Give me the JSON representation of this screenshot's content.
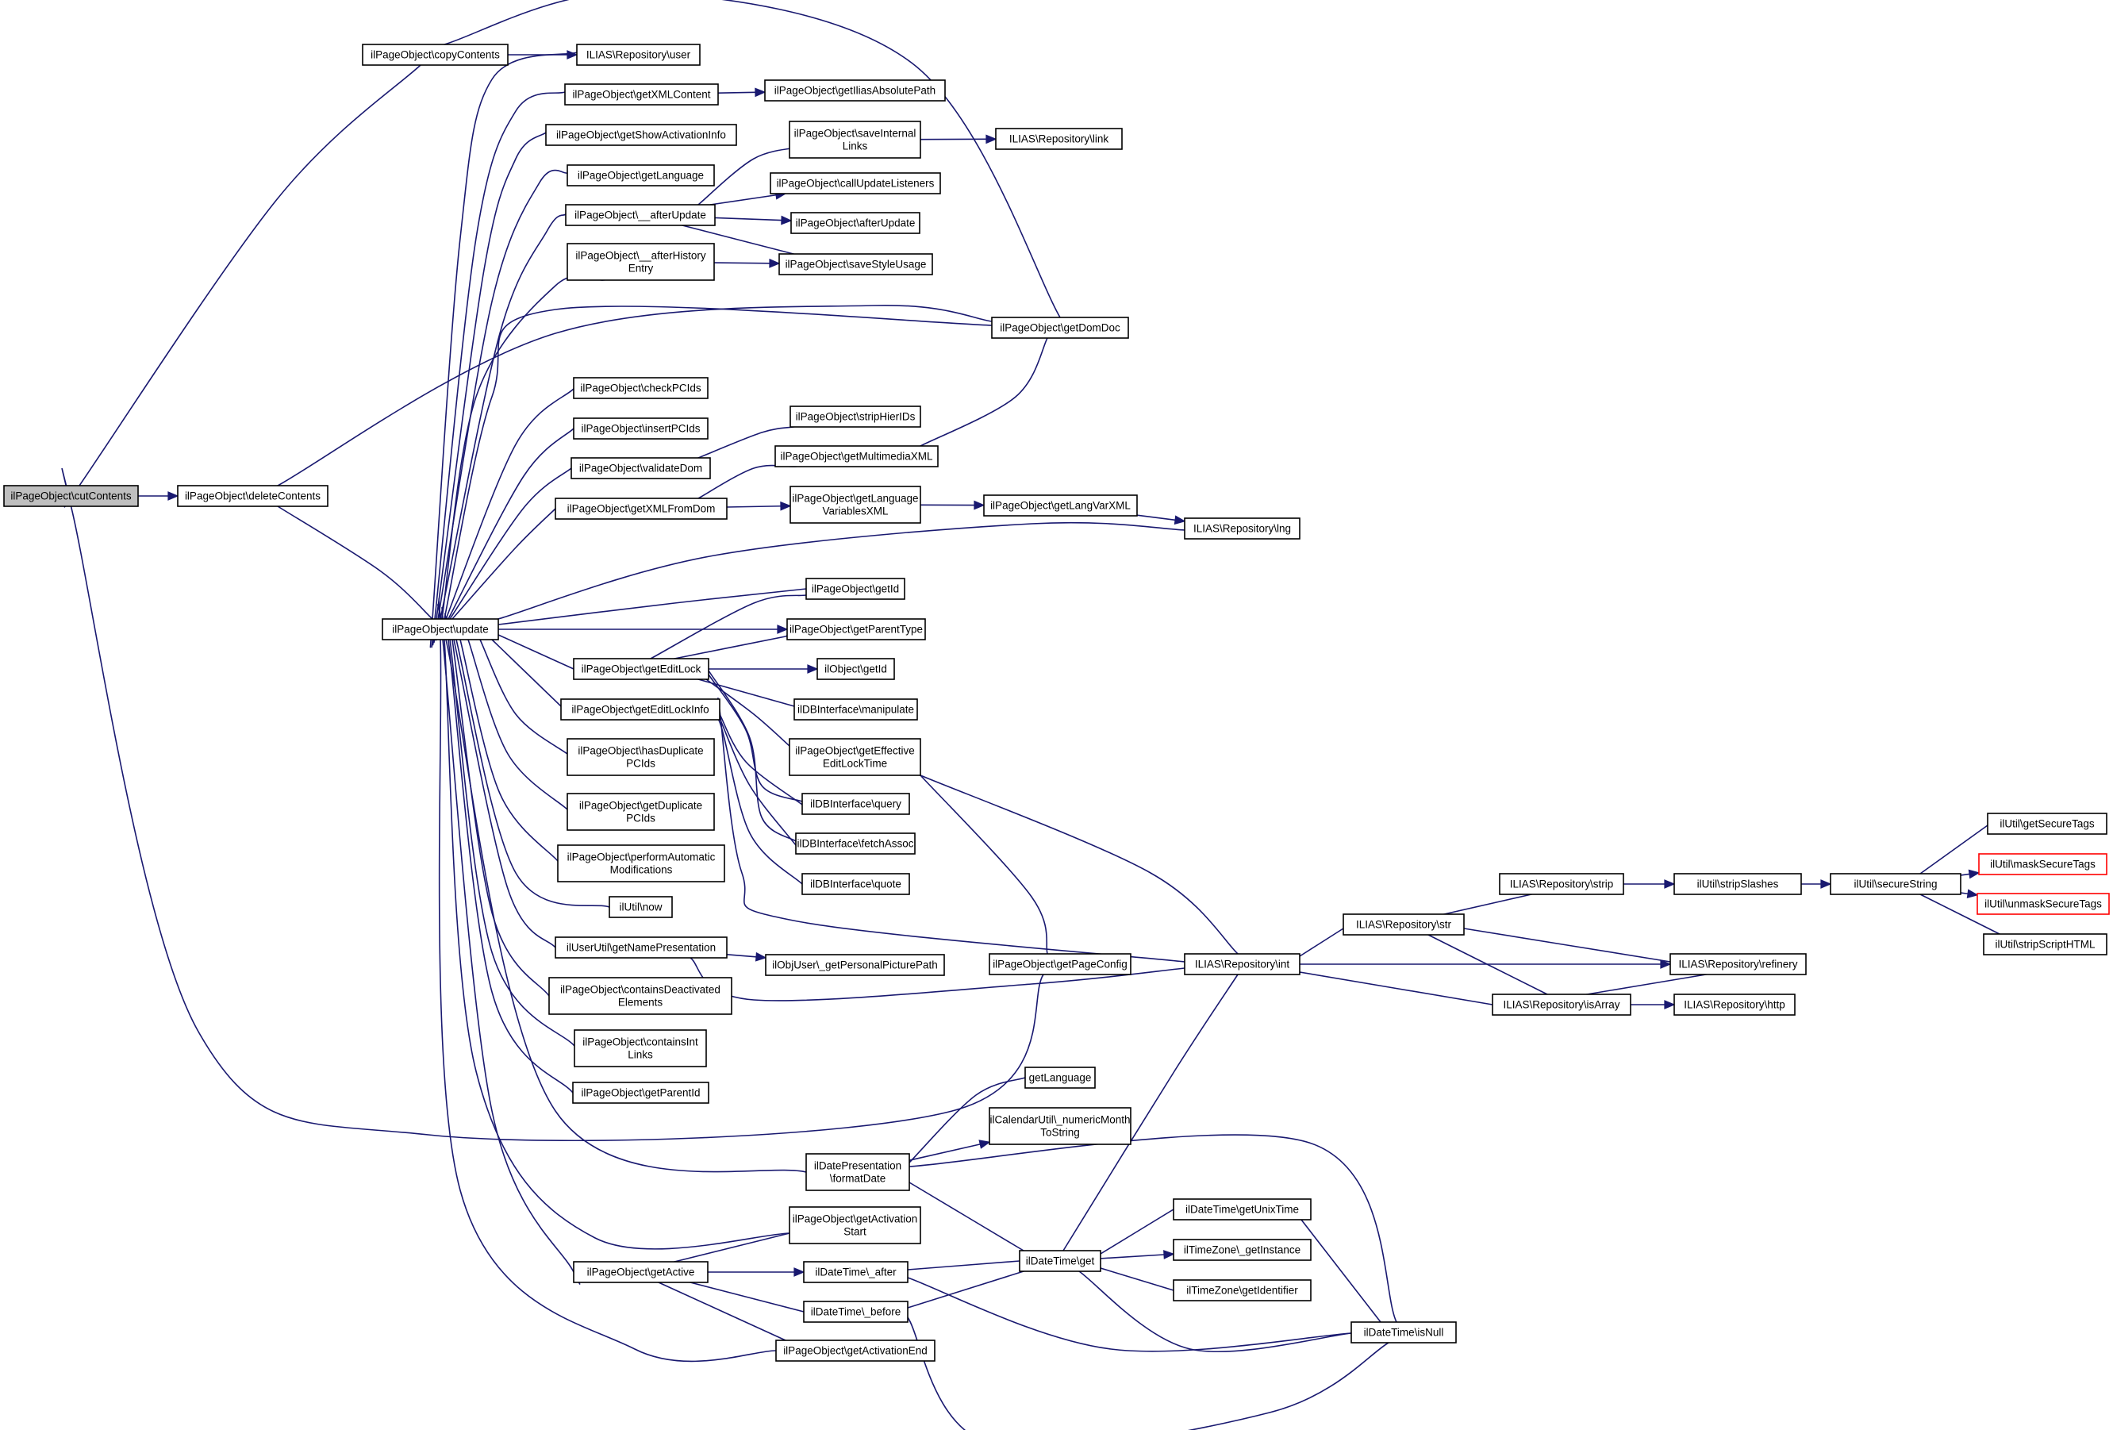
{
  "graph": {
    "edge_color": "#191970",
    "truncated_border_color": "#ff0000",
    "root_fill_color": "#bfbfbf",
    "nodes": [
      {
        "id": "cutContents",
        "lines": [
          "ilPageObject\\cutContents"
        ],
        "root": true
      },
      {
        "id": "copyContents",
        "lines": [
          "ilPageObject\\copyContents"
        ]
      },
      {
        "id": "deleteContents",
        "lines": [
          "ilPageObject\\deleteContents"
        ]
      },
      {
        "id": "update",
        "lines": [
          "ilPageObject\\update"
        ]
      },
      {
        "id": "repoUser",
        "lines": [
          "ILIAS\\Repository\\user"
        ]
      },
      {
        "id": "getXMLContent",
        "lines": [
          "ilPageObject\\getXMLContent"
        ]
      },
      {
        "id": "getIliasAbsolutePath",
        "lines": [
          "ilPageObject\\getIliasAbsolutePath"
        ]
      },
      {
        "id": "getShowActivationInfo",
        "lines": [
          "ilPageObject\\getShowActivationInfo"
        ]
      },
      {
        "id": "getLanguagePO",
        "lines": [
          "ilPageObject\\getLanguage"
        ]
      },
      {
        "id": "__afterUpdate",
        "lines": [
          "ilPageObject\\__afterUpdate"
        ]
      },
      {
        "id": "saveInternalLinks",
        "lines": [
          "ilPageObject\\saveInternal",
          "Links"
        ]
      },
      {
        "id": "repoLink",
        "lines": [
          "ILIAS\\Repository\\link"
        ]
      },
      {
        "id": "callUpdateListeners",
        "lines": [
          "ilPageObject\\callUpdateListeners"
        ]
      },
      {
        "id": "afterUpdate",
        "lines": [
          "ilPageObject\\afterUpdate"
        ]
      },
      {
        "id": "__afterHistoryEntry",
        "lines": [
          "ilPageObject\\__afterHistory",
          "Entry"
        ]
      },
      {
        "id": "saveStyleUsage",
        "lines": [
          "ilPageObject\\saveStyleUsage"
        ]
      },
      {
        "id": "getDomDoc",
        "lines": [
          "ilPageObject\\getDomDoc"
        ]
      },
      {
        "id": "checkPCIds",
        "lines": [
          "ilPageObject\\checkPCIds"
        ]
      },
      {
        "id": "insertPCIds",
        "lines": [
          "ilPageObject\\insertPCIds"
        ]
      },
      {
        "id": "stripHierIDs",
        "lines": [
          "ilPageObject\\stripHierIDs"
        ]
      },
      {
        "id": "validateDom",
        "lines": [
          "ilPageObject\\validateDom"
        ]
      },
      {
        "id": "getMultimediaXML",
        "lines": [
          "ilPageObject\\getMultimediaXML"
        ]
      },
      {
        "id": "getXMLFromDom",
        "lines": [
          "ilPageObject\\getXMLFromDom"
        ]
      },
      {
        "id": "getLanguageVariablesXML",
        "lines": [
          "ilPageObject\\getLanguage",
          "VariablesXML"
        ]
      },
      {
        "id": "getLangVarXML",
        "lines": [
          "ilPageObject\\getLangVarXML"
        ]
      },
      {
        "id": "repoLng",
        "lines": [
          "ILIAS\\Repository\\lng"
        ]
      },
      {
        "id": "getIdPO",
        "lines": [
          "ilPageObject\\getId"
        ]
      },
      {
        "id": "getParentType",
        "lines": [
          "ilPageObject\\getParentType"
        ]
      },
      {
        "id": "getEditLock",
        "lines": [
          "ilPageObject\\getEditLock"
        ]
      },
      {
        "id": "ilObjectGetId",
        "lines": [
          "ilObject\\getId"
        ]
      },
      {
        "id": "manipulate",
        "lines": [
          "ilDBInterface\\manipulate"
        ]
      },
      {
        "id": "getEditLockInfo",
        "lines": [
          "ilPageObject\\getEditLockInfo"
        ]
      },
      {
        "id": "getEffectiveEditLockTime",
        "lines": [
          "ilPageObject\\getEffective",
          "EditLockTime"
        ]
      },
      {
        "id": "hasDuplicatePCIds",
        "lines": [
          "ilPageObject\\hasDuplicate",
          "PCIds"
        ]
      },
      {
        "id": "dbQuery",
        "lines": [
          "ilDBInterface\\query"
        ]
      },
      {
        "id": "getDuplicatePCIds",
        "lines": [
          "ilPageObject\\getDuplicate",
          "PCIds"
        ]
      },
      {
        "id": "fetchAssoc",
        "lines": [
          "ilDBInterface\\fetchAssoc"
        ]
      },
      {
        "id": "performAutomaticModifications",
        "lines": [
          "ilPageObject\\performAutomatic",
          "Modifications"
        ]
      },
      {
        "id": "dbQuote",
        "lines": [
          "ilDBInterface\\quote"
        ]
      },
      {
        "id": "utilNow",
        "lines": [
          "ilUtil\\now"
        ]
      },
      {
        "id": "getNamePresentation",
        "lines": [
          "ilUserUtil\\getNamePresentation"
        ]
      },
      {
        "id": "getPersonalPicturePath",
        "lines": [
          "ilObjUser\\_getPersonalPicturePath"
        ]
      },
      {
        "id": "getPageConfig",
        "lines": [
          "ilPageObject\\getPageConfig"
        ]
      },
      {
        "id": "repoInt",
        "lines": [
          "ILIAS\\Repository\\int"
        ]
      },
      {
        "id": "containsDeactivatedElements",
        "lines": [
          "ilPageObject\\containsDeactivated",
          "Elements"
        ]
      },
      {
        "id": "containsIntLinks",
        "lines": [
          "ilPageObject\\containsInt",
          "Links"
        ]
      },
      {
        "id": "getParentId",
        "lines": [
          "ilPageObject\\getParentId"
        ]
      },
      {
        "id": "getLanguage",
        "lines": [
          "getLanguage"
        ]
      },
      {
        "id": "numericMonthToString",
        "lines": [
          "ilCalendarUtil\\_numericMonth",
          "ToString"
        ]
      },
      {
        "id": "formatDate",
        "lines": [
          "ilDatePresentation",
          "\\formatDate"
        ]
      },
      {
        "id": "getActivationStart",
        "lines": [
          "ilPageObject\\getActivation",
          "Start"
        ]
      },
      {
        "id": "getActive",
        "lines": [
          "ilPageObject\\getActive"
        ]
      },
      {
        "id": "dtAfter",
        "lines": [
          "ilDateTime\\_after"
        ]
      },
      {
        "id": "dtBefore",
        "lines": [
          "ilDateTime\\_before"
        ]
      },
      {
        "id": "dtGet",
        "lines": [
          "ilDateTime\\get"
        ]
      },
      {
        "id": "getActivationEnd",
        "lines": [
          "ilPageObject\\getActivationEnd"
        ]
      },
      {
        "id": "getUnixTime",
        "lines": [
          "ilDateTime\\getUnixTime"
        ]
      },
      {
        "id": "tzGetInstance",
        "lines": [
          "ilTimeZone\\_getInstance"
        ]
      },
      {
        "id": "tzGetIdentifier",
        "lines": [
          "ilTimeZone\\getIdentifier"
        ]
      },
      {
        "id": "dtIsNull",
        "lines": [
          "ilDateTime\\isNull"
        ]
      },
      {
        "id": "repoStr",
        "lines": [
          "ILIAS\\Repository\\str"
        ]
      },
      {
        "id": "repoStrip",
        "lines": [
          "ILIAS\\Repository\\strip"
        ]
      },
      {
        "id": "stripSlashes",
        "lines": [
          "ilUtil\\stripSlashes"
        ]
      },
      {
        "id": "secureString",
        "lines": [
          "ilUtil\\secureString"
        ]
      },
      {
        "id": "repoRefinery",
        "lines": [
          "ILIAS\\Repository\\refinery"
        ]
      },
      {
        "id": "repoIsArray",
        "lines": [
          "ILIAS\\Repository\\isArray"
        ]
      },
      {
        "id": "repoHttp",
        "lines": [
          "ILIAS\\Repository\\http"
        ]
      },
      {
        "id": "getSecureTags",
        "lines": [
          "ilUtil\\getSecureTags"
        ]
      },
      {
        "id": "maskSecureTags",
        "lines": [
          "ilUtil\\maskSecureTags"
        ],
        "truncated": true
      },
      {
        "id": "unmaskSecureTags",
        "lines": [
          "ilUtil\\unmaskSecureTags"
        ],
        "truncated": true
      },
      {
        "id": "stripScriptHTML",
        "lines": [
          "ilUtil\\stripScriptHTML"
        ]
      }
    ]
  }
}
